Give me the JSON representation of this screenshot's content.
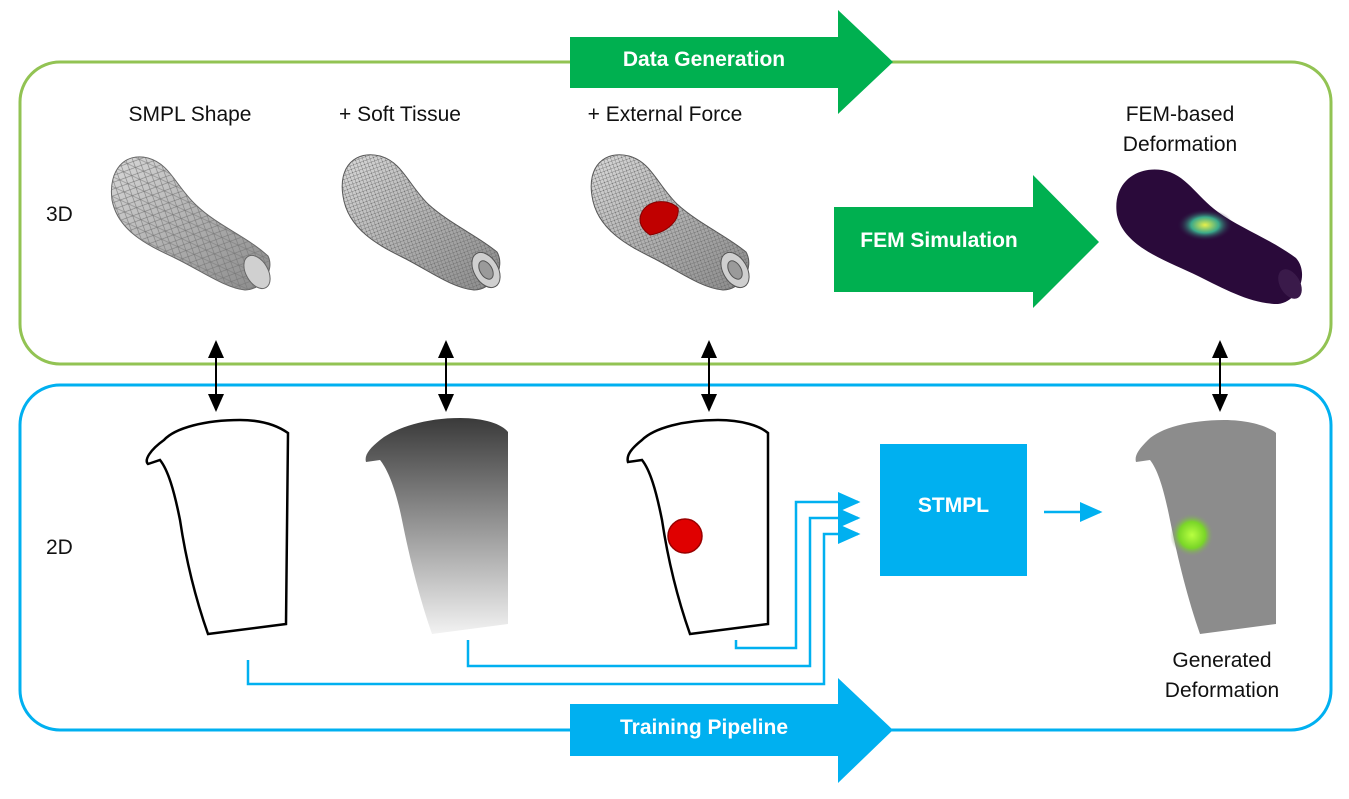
{
  "top_section": {
    "arrow_label": "Data Generation",
    "row_label": "3D",
    "col_labels": [
      "SMPL Shape",
      "+ Soft Tissue",
      "+ External Force"
    ],
    "sim_label": "FEM Simulation",
    "result_label_line1": "FEM-based",
    "result_label_line2": "Deformation"
  },
  "bottom_section": {
    "arrow_label": "Training Pipeline",
    "row_label": "2D",
    "network_label": "STMPL",
    "result_label_line1": "Generated",
    "result_label_line2": "Deformation"
  },
  "colors": {
    "green_frame": "#92c353",
    "green_arrow": "#00b050",
    "blue_frame": "#00b0f0",
    "blue_arrow": "#00b0f0",
    "force_red": "#e00000",
    "deform_dark": "#2a0a3a",
    "deform_highlight": "#9ae63a"
  }
}
